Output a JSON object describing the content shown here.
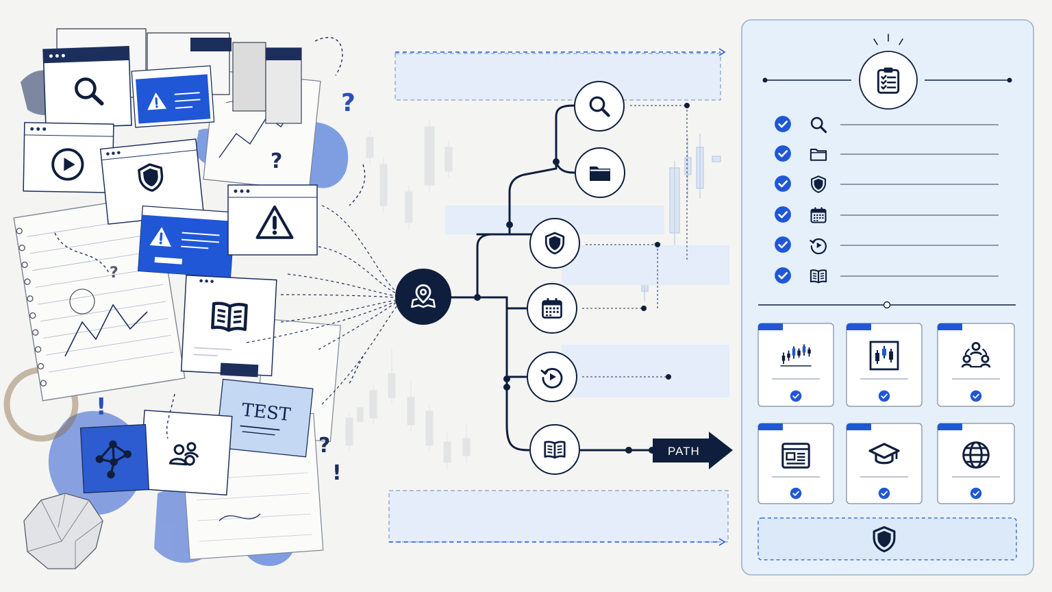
{
  "colors": {
    "navy": "#0f1e3d",
    "blue": "#1f57d6",
    "panel": "#e6f0fb",
    "panel_border": "#9bb2cc",
    "paper": "#f4f4f2"
  },
  "scatter": {
    "test_note": "TEST",
    "windows": [
      {
        "icon": "search-icon"
      },
      {
        "icon": "alert-icon",
        "variant": "blue"
      },
      {
        "icon": "play-icon"
      },
      {
        "icon": "shield-icon"
      },
      {
        "icon": "alert-icon",
        "variant": "blue"
      },
      {
        "icon": "alert-icon"
      },
      {
        "icon": "book-icon"
      },
      {
        "icon": "people-icon"
      },
      {
        "icon": "network-icon",
        "variant": "blue"
      }
    ]
  },
  "flow": {
    "hub_icon": "map-pin-icon",
    "branches": [
      {
        "icon": "search-icon"
      },
      {
        "icon": "folder-icon"
      },
      {
        "icon": "shield-icon"
      },
      {
        "icon": "calendar-icon"
      },
      {
        "icon": "replay-icon"
      },
      {
        "icon": "book-icon"
      }
    ],
    "path_label": "PATH"
  },
  "checklist_panel": {
    "header_icon": "clipboard-icon",
    "items": [
      {
        "icon": "search-icon",
        "checked": true
      },
      {
        "icon": "folder-icon",
        "checked": true
      },
      {
        "icon": "shield-icon",
        "checked": true
      },
      {
        "icon": "calendar-icon",
        "checked": true
      },
      {
        "icon": "replay-icon",
        "checked": true
      },
      {
        "icon": "book-icon",
        "checked": true
      }
    ],
    "cards": [
      {
        "icon": "candlestick-icon",
        "checked": true
      },
      {
        "icon": "chart-board-icon",
        "checked": true
      },
      {
        "icon": "team-cycle-icon",
        "checked": true
      },
      {
        "icon": "browser-article-icon",
        "checked": true
      },
      {
        "icon": "graduation-cap-icon",
        "checked": true
      },
      {
        "icon": "globe-icon",
        "checked": true
      }
    ],
    "footer_icon": "shield-icon"
  }
}
